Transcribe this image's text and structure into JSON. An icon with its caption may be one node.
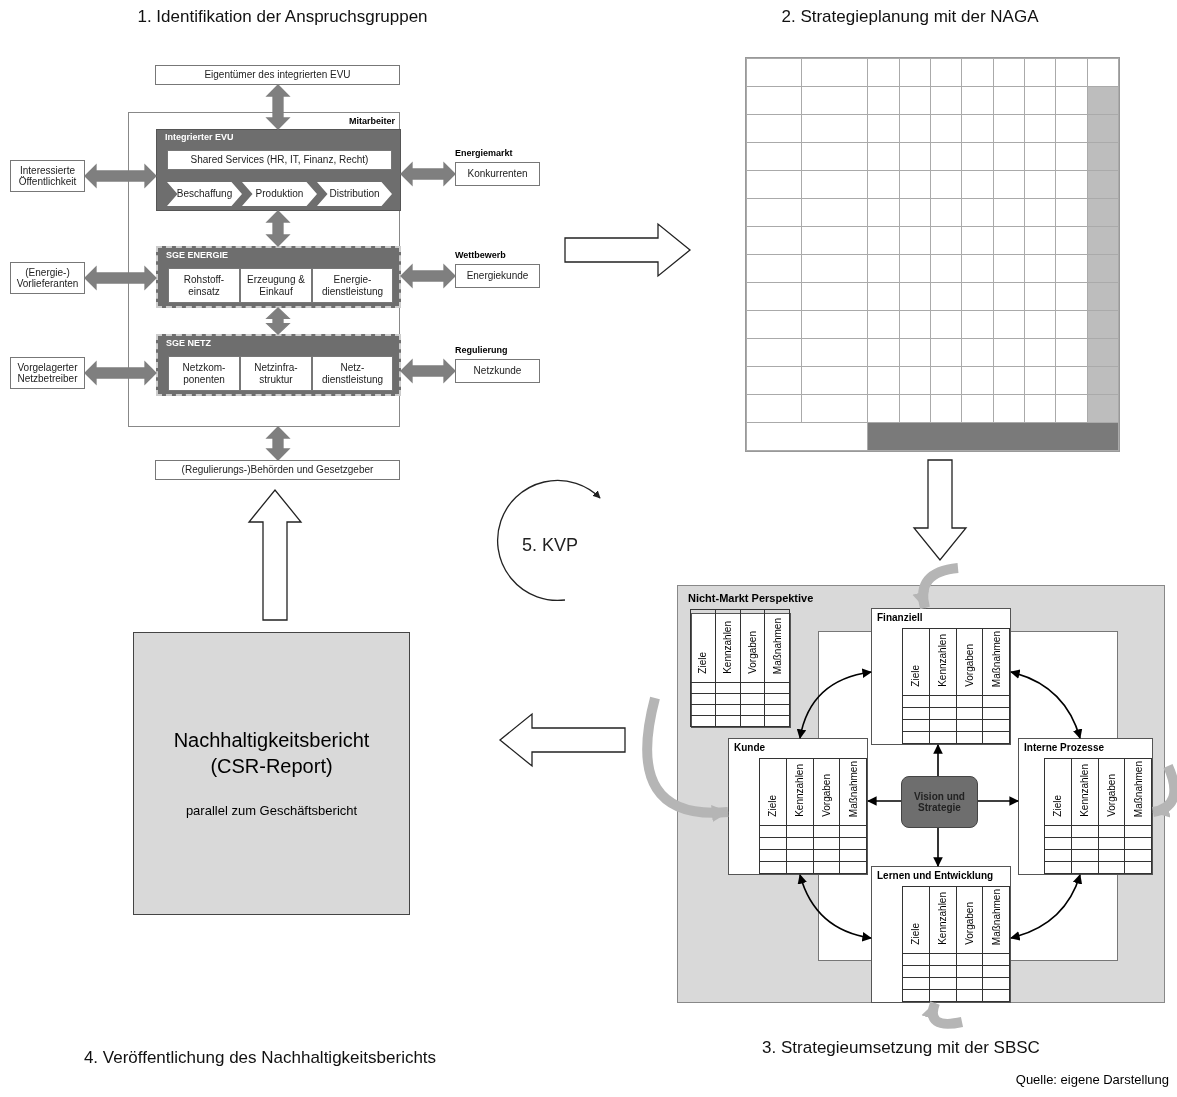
{
  "diagram": {
    "caption": "Quelle: eigene Darstellung",
    "nodes": [
      {
        "text": [
          "1. Identifikation der Anspruchsgruppen"
        ]
      },
      {
        "text": [
          "Eigentümer des integrierten EVU"
        ],
        "in": 0
      },
      {
        "text": [
          "Mitarbeiter"
        ],
        "in": 0
      },
      {
        "text": [
          "Integrierter EVU"
        ],
        "in": 2
      },
      {
        "text": [
          "Shared Services (HR, IT, Finanz, Recht)"
        ],
        "in": 3
      },
      {
        "text": [
          "Beschaffung"
        ],
        "in": 3
      },
      {
        "text": [
          "Produktion"
        ],
        "in": 3
      },
      {
        "text": [
          "Distribution"
        ],
        "in": 3
      },
      {
        "text": [
          "SGE ENERGIE"
        ],
        "in": 2
      },
      {
        "text": [
          "Rohstoff- einsatz"
        ],
        "in": 8
      },
      {
        "text": [
          "Erzeugung & Einkauf"
        ],
        "in": 8
      },
      {
        "text": [
          "Energie- dienstleistung"
        ],
        "in": 8
      },
      {
        "text": [
          "SGE NETZ"
        ],
        "in": 2
      },
      {
        "text": [
          "Netzkom- ponenten"
        ],
        "in": 12
      },
      {
        "text": [
          "Netzinfra- struktur"
        ],
        "in": 12
      },
      {
        "text": [
          "Netz- dienstleistung"
        ],
        "in": 12
      },
      {
        "text": [
          "Interessierte Öffentlichkeit"
        ],
        "in": 0
      },
      {
        "text": [
          "(Energie-) Vorlieferanten"
        ],
        "in": 0
      },
      {
        "text": [
          "Vorgelagerter Netzbetreiber"
        ],
        "in": 0
      },
      {
        "text": [
          "Konkurrenten"
        ],
        "beside": [
          "Energiemarkt"
        ],
        "in": 0
      },
      {
        "text": [
          "Energiekunde"
        ],
        "beside": [
          "Wettbewerb"
        ],
        "in": 0
      },
      {
        "text": [
          "Netzkunde"
        ],
        "beside": [
          "Regulierung"
        ],
        "in": 0
      },
      {
        "text": [
          "(Regulierungs-)Behörden und Gesetzgeber"
        ],
        "in": 0
      },
      {
        "text": [
          "2. Strategieplanung mit der NAGA"
        ]
      },
      {
        "text": [],
        "shape": "table",
        "in": 23
      },
      {
        "text": [
          "3. Strategieumsetzung mit der SBSC"
        ]
      },
      {
        "text": [
          "Nicht-Markt Perspektive"
        ],
        "in": 25
      },
      {
        "text": [
          "Ziele",
          "Kennzahlen",
          "Vorgaben",
          "Maßnahmen"
        ],
        "in": 26
      },
      {
        "text": [
          "Finanziell",
          "Ziele",
          "Kennzahlen",
          "Vorgaben",
          "Maßnahmen"
        ],
        "in": 26
      },
      {
        "text": [
          "Kunde",
          "Ziele",
          "Kennzahlen",
          "Vorgaben",
          "Maßnahmen"
        ],
        "in": 26
      },
      {
        "text": [
          "Interne Prozesse",
          "Ziele",
          "Kennzahlen",
          "Vorgaben",
          "Maßnahmen"
        ],
        "in": 26
      },
      {
        "text": [
          "Vision und Strategie"
        ],
        "in": 26
      },
      {
        "text": [
          "Lernen und Entwicklung",
          "Ziele",
          "Kennzahlen",
          "Vorgaben",
          "Maßnahmen"
        ],
        "in": 26
      },
      {
        "text": [
          "4. Veröffentlichung des Nachhaltigkeitsberichts"
        ]
      },
      {
        "text": [
          "Nachhaltigkeitsbericht (CSR-Report)",
          "parallel zum Geschäftsbericht"
        ],
        "in": 33
      },
      {
        "text": [
          "5. KVP"
        ]
      }
    ],
    "edges": [
      {
        "from": 1,
        "to": 3,
        "arrow": "both",
        "style": "thick",
        "color": "#7f7f7f"
      },
      {
        "from": 16,
        "to": 3,
        "arrow": "both",
        "style": "thick",
        "color": "#7f7f7f"
      },
      {
        "from": 19,
        "to": 3,
        "arrow": "both",
        "style": "thick",
        "color": "#7f7f7f"
      },
      {
        "from": 3,
        "to": 8,
        "arrow": "both",
        "style": "thick",
        "color": "#7f7f7f"
      },
      {
        "from": 17,
        "to": 8,
        "arrow": "both",
        "style": "thick",
        "color": "#7f7f7f"
      },
      {
        "from": 20,
        "to": 8,
        "arrow": "both",
        "style": "thick",
        "color": "#7f7f7f"
      },
      {
        "from": 8,
        "to": 12,
        "arrow": "both",
        "style": "thick",
        "color": "#7f7f7f"
      },
      {
        "from": 18,
        "to": 12,
        "arrow": "both",
        "style": "thick",
        "color": "#7f7f7f"
      },
      {
        "from": 21,
        "to": 12,
        "arrow": "both",
        "style": "thick",
        "color": "#7f7f7f"
      },
      {
        "from": 2,
        "to": 22,
        "arrow": "both",
        "style": "thick",
        "color": "#7f7f7f"
      },
      {
        "from": 0,
        "to": 23,
        "arrow": "to",
        "style": "thick"
      },
      {
        "from": 23,
        "to": 25,
        "arrow": "to",
        "style": "thick"
      },
      {
        "from": 25,
        "to": 33,
        "arrow": "to",
        "style": "thick"
      },
      {
        "from": 33,
        "to": 0,
        "arrow": "to",
        "style": "thick"
      },
      {
        "from": 31,
        "to": 28,
        "arrow": "to",
        "color": "#000000"
      },
      {
        "from": 31,
        "to": 29,
        "arrow": "to",
        "color": "#000000"
      },
      {
        "from": 31,
        "to": 30,
        "arrow": "to",
        "color": "#000000"
      },
      {
        "from": 31,
        "to": 32,
        "arrow": "to",
        "color": "#000000"
      },
      {
        "from": 29,
        "to": 28,
        "arrow": "both",
        "color": "#000000"
      },
      {
        "from": 28,
        "to": 30,
        "arrow": "both",
        "color": "#000000"
      },
      {
        "from": 29,
        "to": 32,
        "arrow": "both",
        "color": "#000000"
      },
      {
        "from": 30,
        "to": 32,
        "arrow": "both",
        "color": "#000000"
      },
      {
        "from": null,
        "to": 28,
        "arrow": "to",
        "style": "thick",
        "color": "#b5b5b5"
      },
      {
        "from": null,
        "to": 29,
        "arrow": "to",
        "style": "thick",
        "color": "#b5b5b5"
      },
      {
        "from": null,
        "to": 30,
        "arrow": "to",
        "style": "thick",
        "color": "#b5b5b5"
      },
      {
        "from": null,
        "to": 32,
        "arrow": "to",
        "style": "thick",
        "color": "#b5b5b5"
      }
    ]
  }
}
